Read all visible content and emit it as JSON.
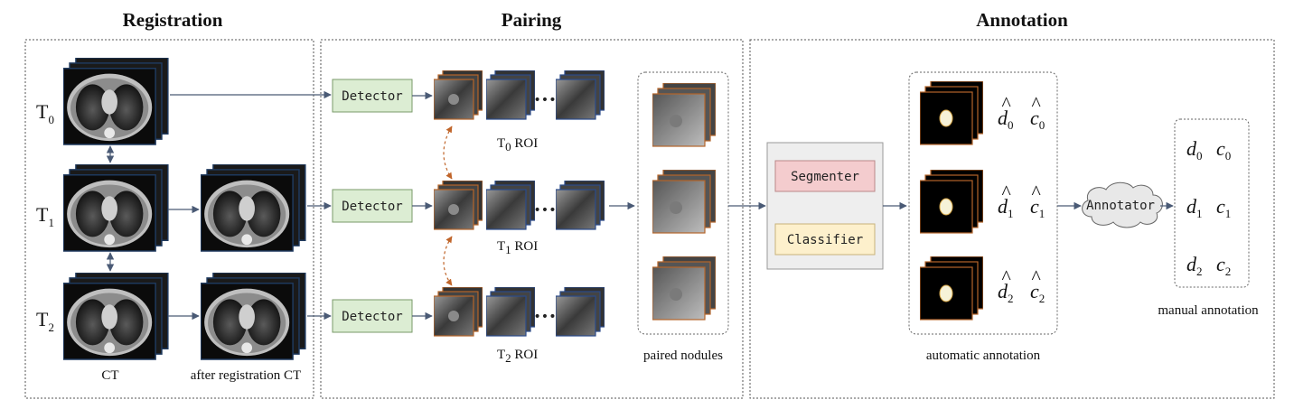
{
  "sections": {
    "registration": "Registration",
    "pairing": "Pairing",
    "annotation": "Annotation"
  },
  "registration": {
    "t_labels": [
      {
        "main": "T",
        "sub": "0"
      },
      {
        "main": "T",
        "sub": "1"
      },
      {
        "main": "T",
        "sub": "2"
      }
    ],
    "ct_caption": "CT",
    "after_caption": "after registration CT"
  },
  "pairing": {
    "detector_label": "Detector",
    "ellipsis": "•••",
    "roi_captions": [
      {
        "main": "T",
        "sub": "0",
        "rest": " ROI"
      },
      {
        "main": "T",
        "sub": "1",
        "rest": " ROI"
      },
      {
        "main": "T",
        "sub": "2",
        "rest": " ROI"
      }
    ],
    "paired_caption": "paired nodules"
  },
  "annotation": {
    "segmenter_label": "Segmenter",
    "classifier_label": "Classifier",
    "annotator_label": "Annotator",
    "automatic_caption": "automatic annotation",
    "manual_caption": "manual annotation",
    "auto_values": [
      {
        "d": "d",
        "c": "c",
        "sub": "0"
      },
      {
        "d": "d",
        "c": "c",
        "sub": "1"
      },
      {
        "d": "d",
        "c": "c",
        "sub": "2"
      }
    ],
    "manual_values": [
      {
        "d": "d",
        "c": "c",
        "sub": "0"
      },
      {
        "d": "d",
        "c": "c",
        "sub": "1"
      },
      {
        "d": "d",
        "c": "c",
        "sub": "2"
      }
    ]
  },
  "colors": {
    "detector_fill": "#dcedd3",
    "segmenter_fill": "#f4ccce",
    "classifier_fill": "#fdf0cc",
    "panel_fill": "#eeeeee",
    "ct_frame": "#1f3a5f",
    "roi_frame_orange": "#b5652a",
    "roi_frame_blue": "#2a4a8a",
    "pair_arrow": "#c0652a",
    "flow_arrow": "#4a5a75"
  }
}
